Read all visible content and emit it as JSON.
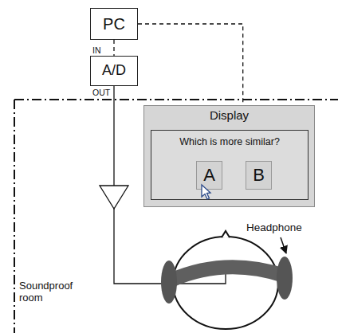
{
  "diagram": {
    "nodes": [
      {
        "text": [
          "PC"
        ]
      },
      {
        "text": [
          "A/D"
        ]
      },
      {
        "text": [
          "Display"
        ]
      },
      {
        "text": [
          "Which is more similar?"
        ],
        "in": 2
      },
      {
        "text": [
          "A"
        ],
        "in": 3
      },
      {
        "text": [
          "B"
        ],
        "in": 3
      }
    ],
    "edges": [
      {
        "from": 0,
        "to": 1,
        "arrow": "none"
      },
      {
        "from": 0,
        "to": 2,
        "arrow": "none"
      }
    ],
    "labels": [
      "IN",
      "OUT",
      "Headphone",
      "Soundproof room"
    ]
  }
}
